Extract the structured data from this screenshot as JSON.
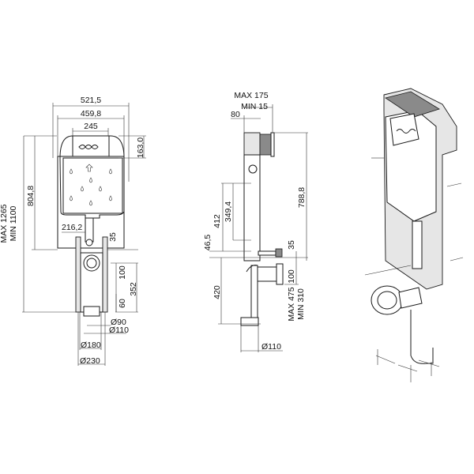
{
  "front_view": {
    "width_outer": "521,5",
    "width_frame": "459,8",
    "width_plate": "245",
    "plate_height": "163,0",
    "frame_height": "804,8",
    "total_height_max": "MAX 1265",
    "total_height_min": "MIN 1100",
    "flush_pipe_offset": "216,2",
    "inlet_offset": "35",
    "outlet_height": "100",
    "outlet_total": "352",
    "base_offset": "60",
    "dia_90": "Ø90",
    "dia_110": "Ø110",
    "dia_180": "Ø180",
    "dia_230": "Ø230"
  },
  "side_view": {
    "depth_max": "MAX 175",
    "depth_min": "MIN 15",
    "frame_depth": "80",
    "height_412": "412",
    "height_349": "349,4",
    "height_788": "788,8",
    "offset_46": "46,5",
    "offset_35": "35",
    "height_420": "420",
    "outlet_100": "100",
    "adjust_max": "MAX 475",
    "adjust_min": "MIN 310",
    "dia_110": "Ø110"
  }
}
